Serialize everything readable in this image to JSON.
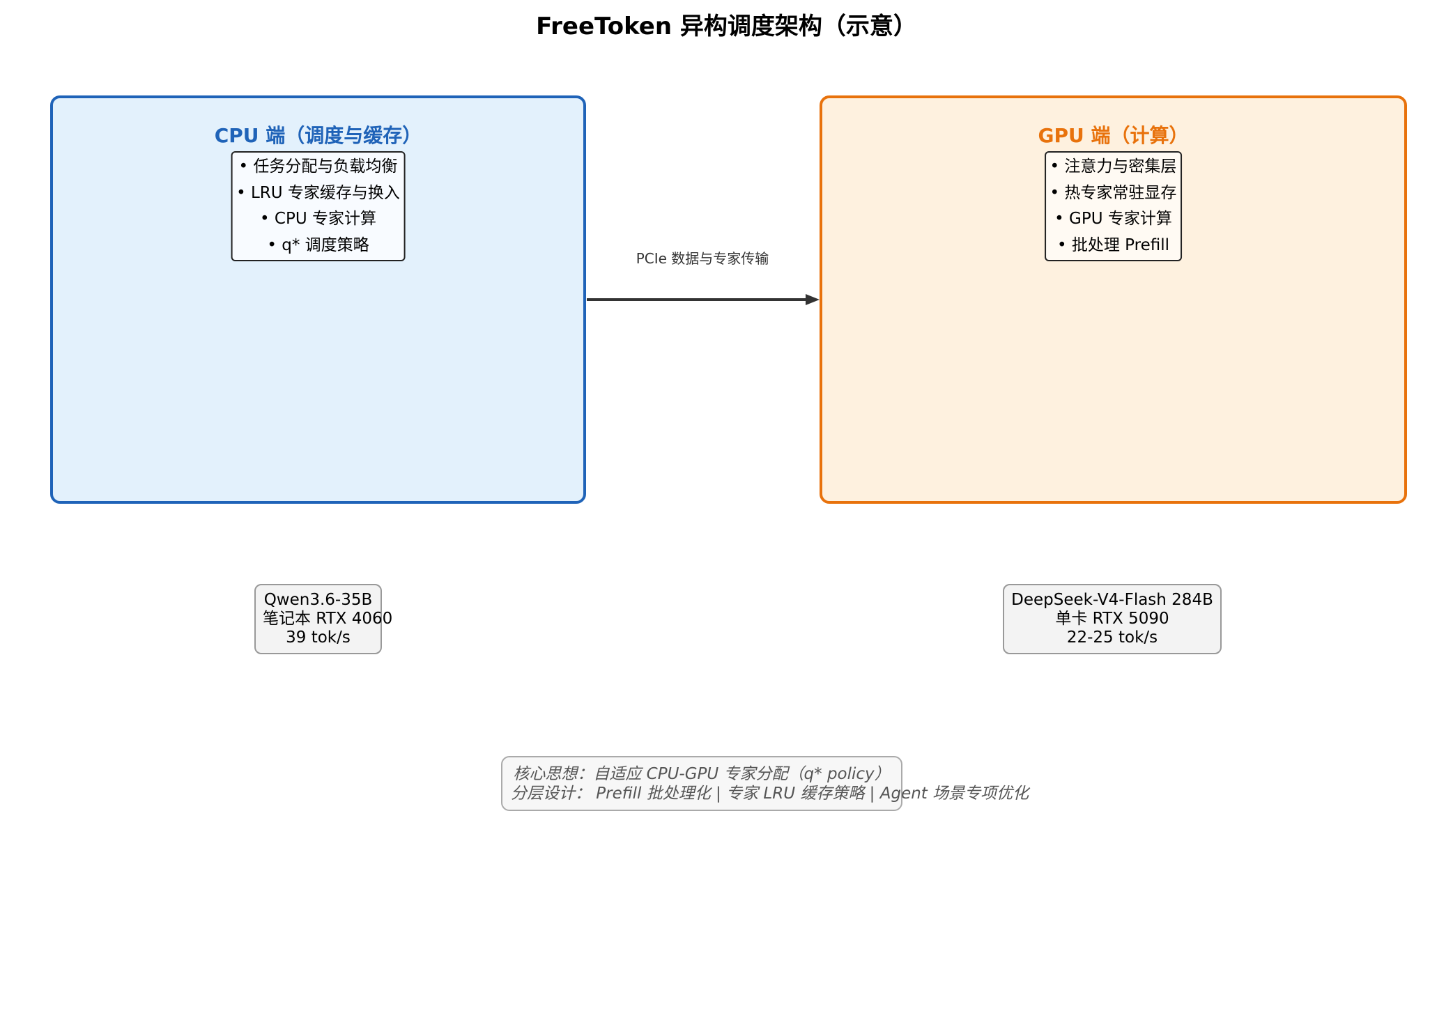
{
  "title": "FreeToken 异构调度架构（示意）",
  "colors": {
    "cpu_border": "#1f63b8",
    "cpu_fill": "#e3f1fc",
    "gpu_border": "#e8720c",
    "gpu_fill": "#fef1df",
    "arrow": "#333333"
  },
  "cpu_panel": {
    "heading": "CPU 端（调度与缓存）",
    "bullets": [
      "• 任务分配与负载均衡",
      "• LRU 专家缓存与换入",
      "• CPU 专家计算",
      "• q* 调度策略"
    ]
  },
  "gpu_panel": {
    "heading": "GPU 端（计算）",
    "bullets": [
      "• 注意力与密集层",
      "• 热专家常驻显存",
      "• GPU 专家计算",
      "• 批处理 Prefill"
    ]
  },
  "link": {
    "label": "PCIe 数据与专家传输",
    "arrow_icon": "arrow-right-icon"
  },
  "cpu_example": {
    "lines": [
      "Qwen3.6-35B",
      "笔记本 RTX 4060",
      "39 tok/s"
    ]
  },
  "gpu_example": {
    "lines": [
      "DeepSeek-V4-Flash 284B",
      "单卡 RTX 5090",
      "22-25 tok/s"
    ]
  },
  "note": {
    "lines": [
      "核心思想：自适应 CPU-GPU 专家分配（q* policy）",
      "分层设计： Prefill 批处理化 | 专家 LRU 缓存策略 | Agent 场景专项优化"
    ]
  }
}
